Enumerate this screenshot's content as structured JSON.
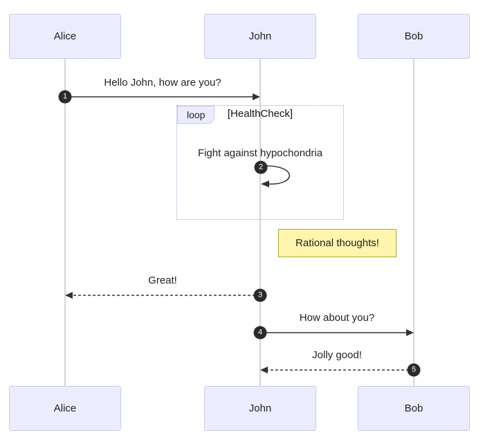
{
  "diagram": {
    "kind": "sequence-diagram",
    "actors": [
      {
        "name": "Alice"
      },
      {
        "name": "John"
      },
      {
        "name": "Bob"
      }
    ],
    "messages": [
      {
        "seq": "1",
        "from": "Alice",
        "to": "John",
        "text": "Hello John, how are you?",
        "line": "solid"
      },
      {
        "seq": "2",
        "from": "John",
        "to": "John",
        "text": "Fight against hypochondria",
        "line": "solid-self"
      },
      {
        "seq": "3",
        "from": "John",
        "to": "Alice",
        "text": "Great!",
        "line": "dashed"
      },
      {
        "seq": "4",
        "from": "John",
        "to": "Bob",
        "text": "How about you?",
        "line": "solid"
      },
      {
        "seq": "5",
        "from": "Bob",
        "to": "John",
        "text": "Jolly good!",
        "line": "dashed"
      }
    ],
    "loop": {
      "label": "loop",
      "condition": "[HealthCheck]"
    },
    "note": {
      "text": "Rational thoughts!",
      "position": "right of John"
    },
    "colors": {
      "background": "#ffffff",
      "actor_fill": "#ECECFF",
      "actor_border": "#c9c9e8",
      "lifeline": "#a9a9bd",
      "arrow": "#333333",
      "badge_fill": "#2b2b2b",
      "badge_text": "#ffffff",
      "loop_border": "#a3a3d1",
      "note_fill": "#FFF5AD",
      "note_border": "#AAAA33"
    }
  }
}
